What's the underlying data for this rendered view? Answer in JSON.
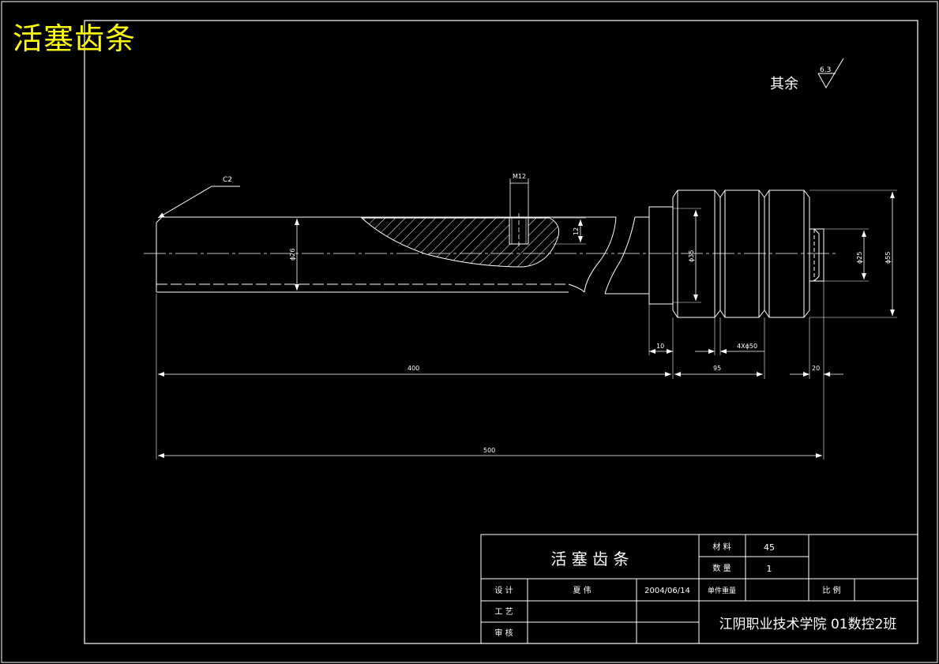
{
  "title": "活塞齿条",
  "roughness": {
    "prefix": "其余",
    "value": "6.3"
  },
  "drawing": {
    "chamfer": "C2",
    "thread": "M12",
    "dims": {
      "d26": "ϕ26",
      "d35": "ϕ35",
      "d25": "ϕ25",
      "d55": "ϕ55",
      "depth12": "12",
      "len10": "10",
      "grooves": "4Xϕ50",
      "len400": "400",
      "len95": "95",
      "len20": "20",
      "len500": "500"
    }
  },
  "title_block": {
    "part_name": "活 塞 齿 条",
    "material_label": "材 料",
    "material": "45",
    "quantity_label": "数 量",
    "quantity": "1",
    "design_label": "设 计",
    "designer": "夏  伟",
    "date": "2004/06/14",
    "weight_label": "单件重量",
    "scale_label": "比 例",
    "process_label": "工 艺",
    "review_label": "审 核",
    "school": "江阴职业技术学院  01数控2班"
  }
}
